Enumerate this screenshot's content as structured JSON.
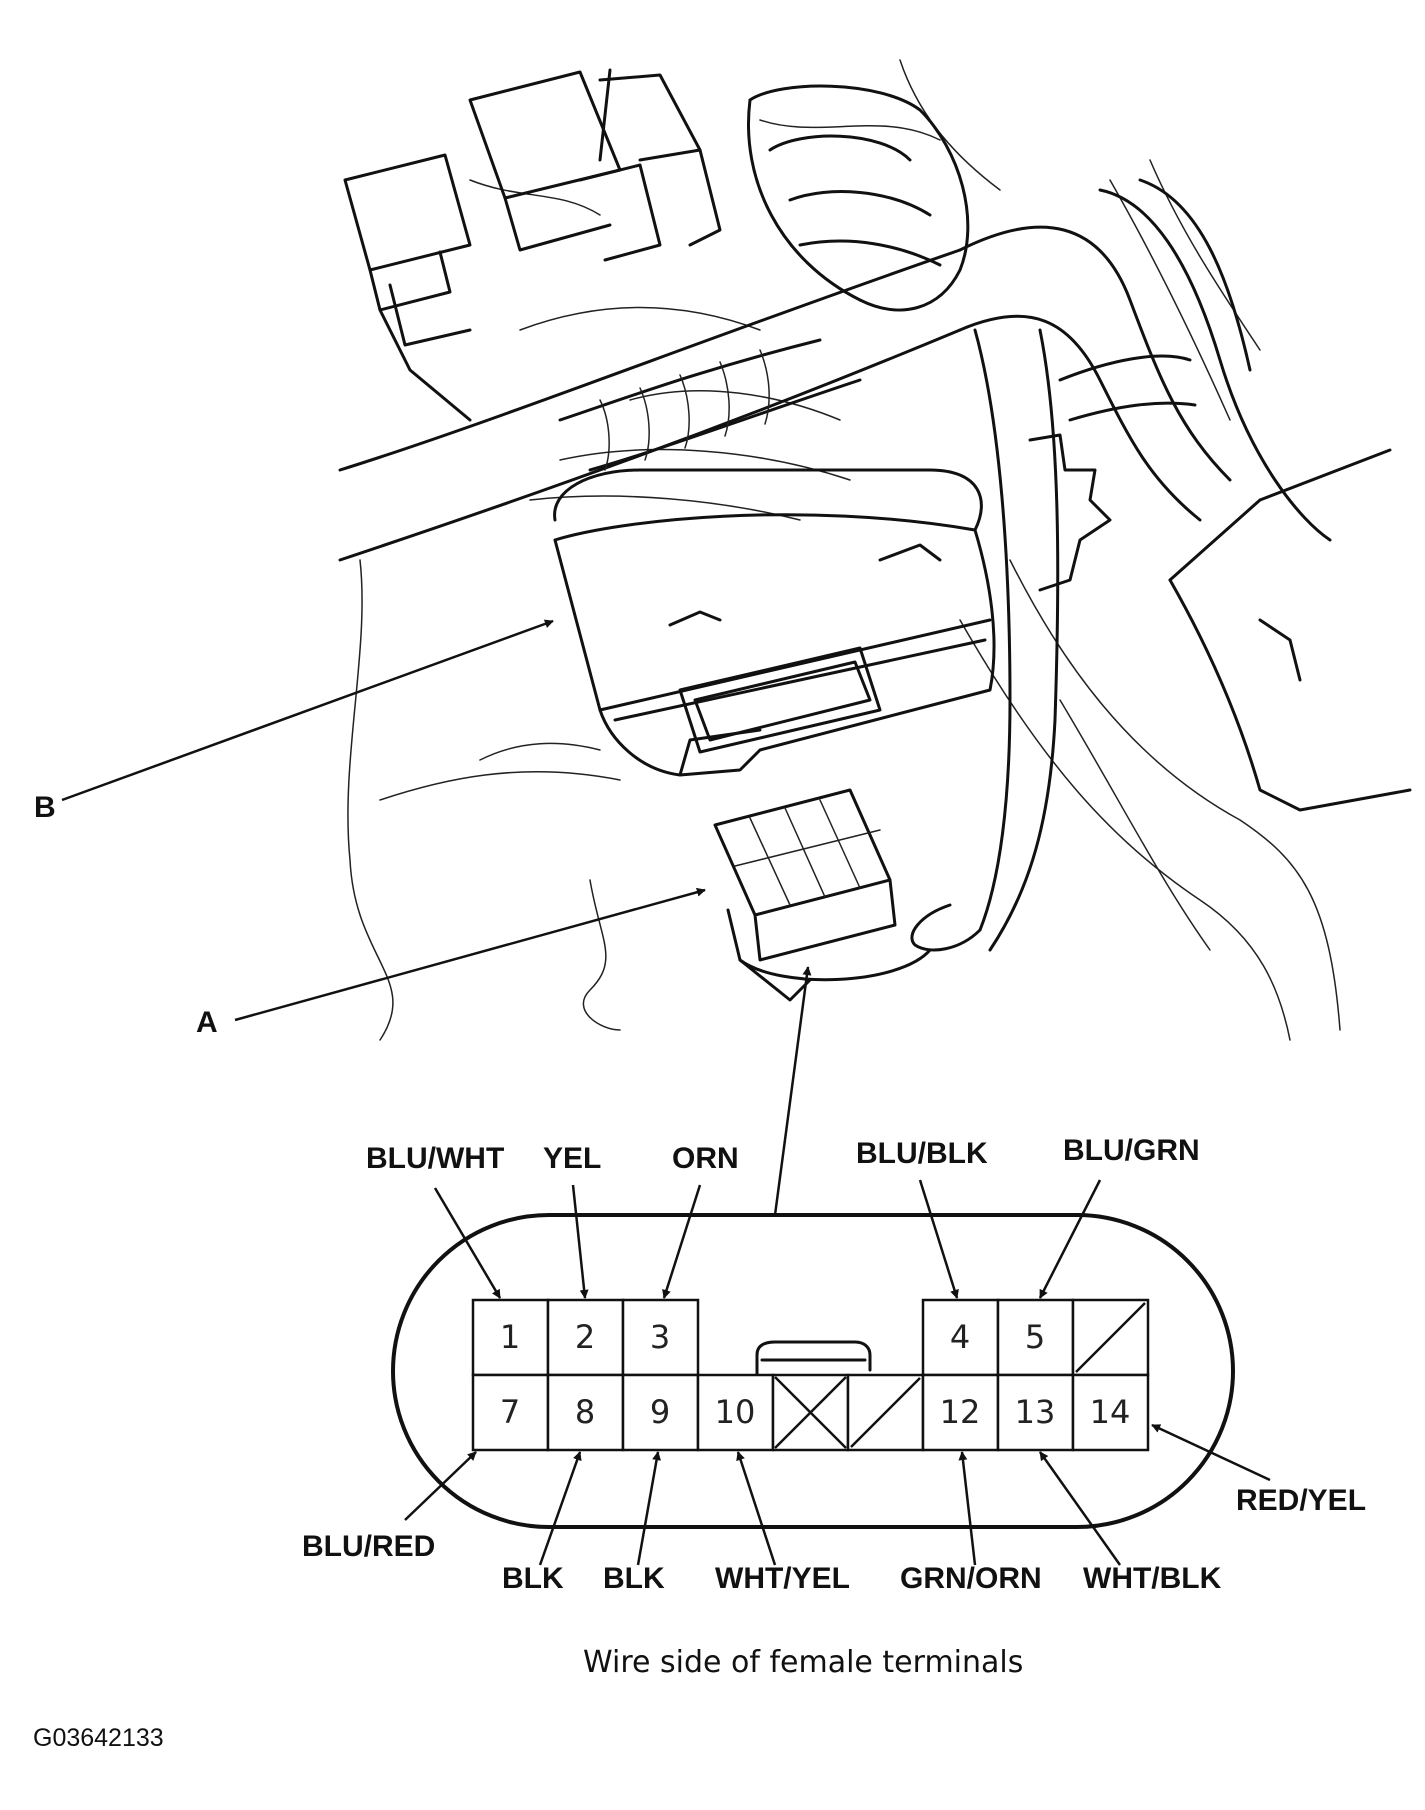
{
  "callouts": {
    "a": "A",
    "b": "B"
  },
  "caption": "Wire side of female terminals",
  "figure_code": "G03642133",
  "terminals": [
    {
      "num": "1",
      "color": "BLU/WHT"
    },
    {
      "num": "2",
      "color": "YEL"
    },
    {
      "num": "3",
      "color": "ORN"
    },
    {
      "num": "4",
      "color": "BLU/BLK"
    },
    {
      "num": "5",
      "color": "BLU/GRN"
    },
    {
      "num": "7",
      "color": "BLU/RED"
    },
    {
      "num": "8",
      "color": "BLK"
    },
    {
      "num": "9",
      "color": "BLK"
    },
    {
      "num": "10",
      "color": "WHT/YEL"
    },
    {
      "num": "12",
      "color": "GRN/ORN"
    },
    {
      "num": "13",
      "color": "WHT/BLK"
    },
    {
      "num": "14",
      "color": "RED/YEL"
    }
  ]
}
